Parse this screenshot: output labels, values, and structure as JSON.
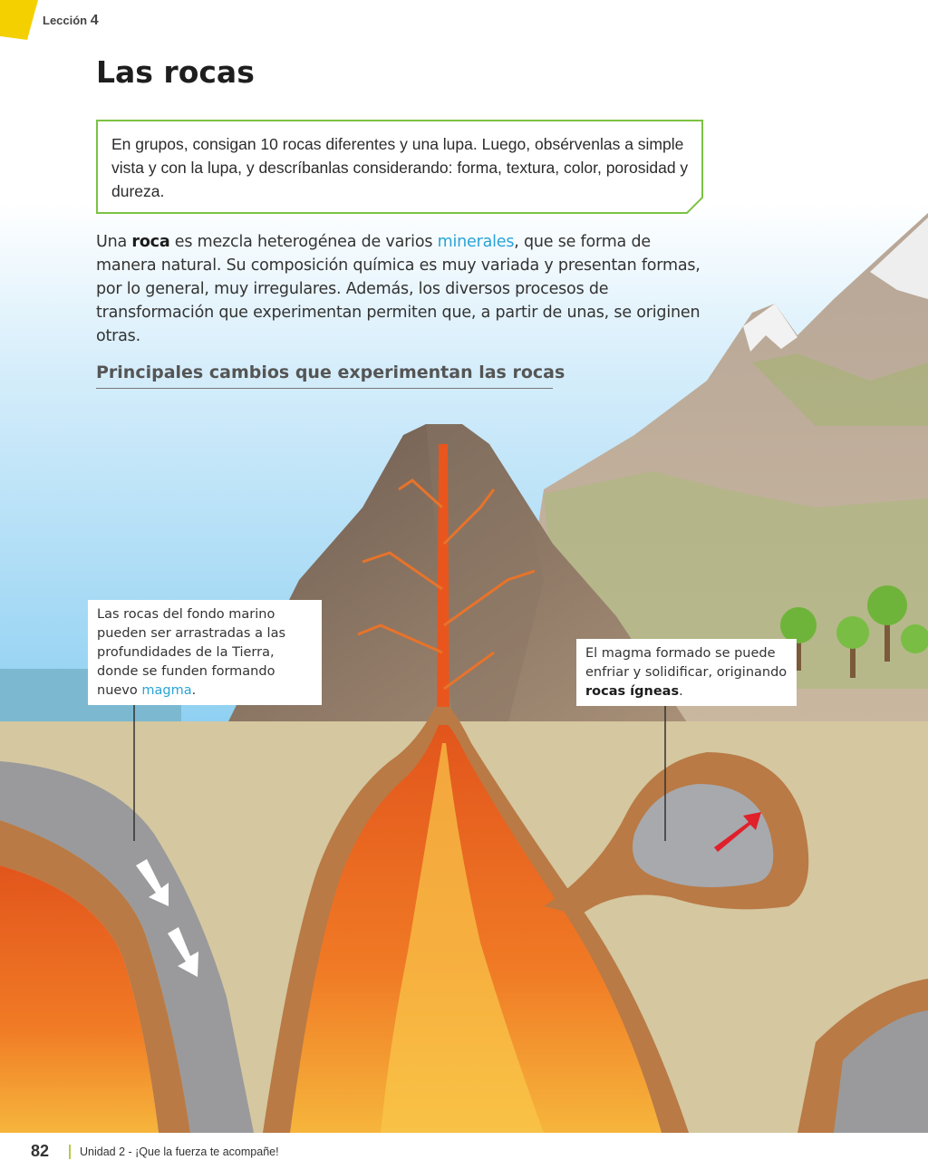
{
  "header": {
    "lesson_label": "Lección",
    "lesson_number": "4",
    "tab_color": "#f5d000"
  },
  "title": "Las rocas",
  "activity": {
    "text": "En grupos, consigan 10 rocas diferentes y una lupa. Luego, obsérvenlas a simple vista y con la lupa, y descríbanlas considerando: forma, textura, color, porosidad y dureza.",
    "border_color": "#7cc243"
  },
  "intro": {
    "part1": "Una ",
    "bold_term": "roca",
    "part2": " es mezcla heterogénea de varios ",
    "link_term": "minerales",
    "part3": ", que se forma de manera natural. Su composición química es muy variada y presentan formas, por lo general, muy irregulares. Además, los diversos procesos de transformación que experimentan permiten que, a partir de unas, se originen otras."
  },
  "section_heading": "Principales cambios que experimentan las rocas",
  "callouts": {
    "seafloor": {
      "text": "Las rocas del fondo marino pueden ser arrastradas a las profundidades de la Tierra, donde se funden formando nuevo ",
      "link_term": "magma",
      "end": "."
    },
    "igneous": {
      "text": "El magma formado se puede enfriar y solidificar, originando ",
      "bold_term": "rocas ígneas",
      "end": "."
    }
  },
  "footer": {
    "page_number": "82",
    "unit_text": "Unidad 2 - ¡Que la fuerza te acompañe!",
    "accent": "#b8c94a"
  },
  "colors": {
    "link": "#29a3d6",
    "arrow_red": "#e0202a",
    "lava": "#e8561e",
    "sky": "#a9dcf5"
  }
}
